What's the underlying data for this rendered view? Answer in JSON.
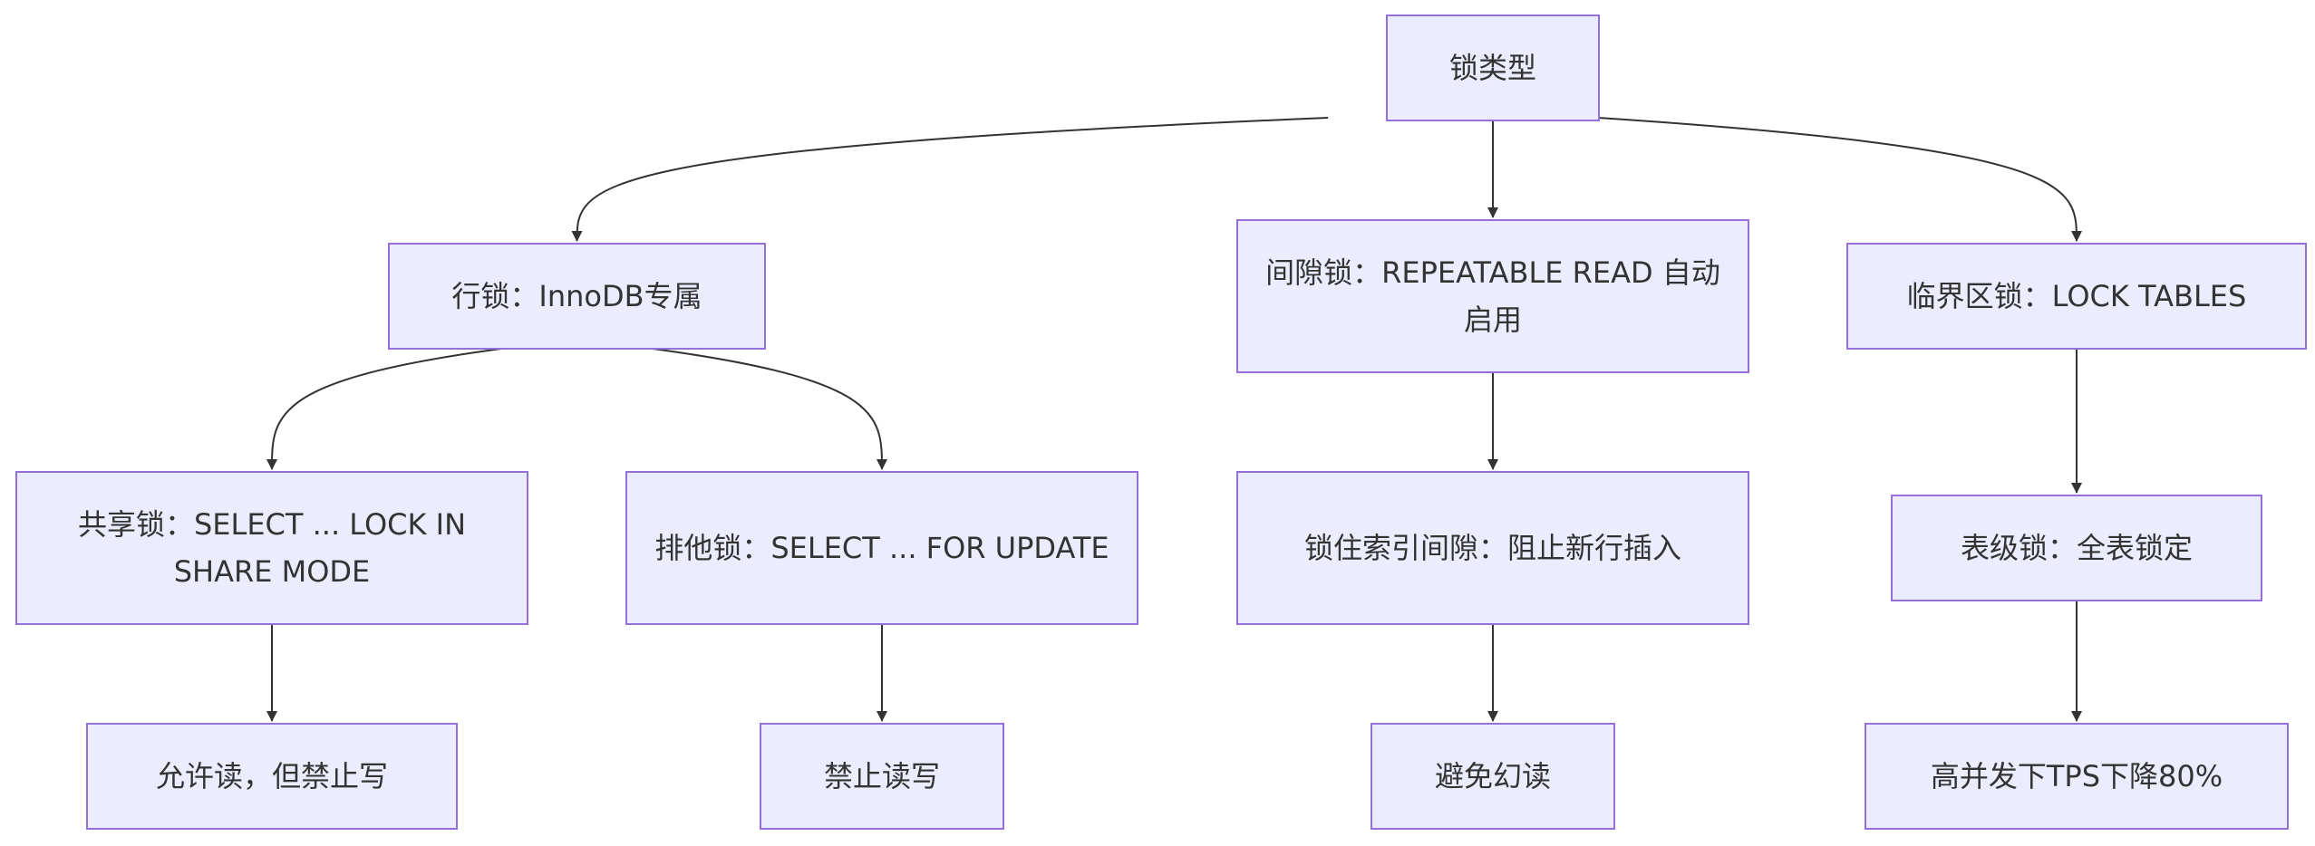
{
  "diagram": {
    "nodes": {
      "root": "锁类型",
      "row_lock": "行锁：InnoDB专属",
      "gap_lock": "间隙锁：REPEATABLE READ 自动启用",
      "critical_lock": "临界区锁：LOCK TABLES",
      "shared_lock": "共享锁：SELECT ... LOCK IN SHARE MODE",
      "exclusive_lock": "排他锁：SELECT ... FOR UPDATE",
      "gap_effect": "锁住索引间隙：阻止新行插入",
      "table_lock": "表级锁：全表锁定",
      "shared_effect": "允许读，但禁止写",
      "exclusive_effect": "禁止读写",
      "gap_result": "避免幻读",
      "table_result": "高并发下TPS下降80%"
    },
    "edges": [
      [
        "root",
        "row_lock"
      ],
      [
        "root",
        "gap_lock"
      ],
      [
        "root",
        "critical_lock"
      ],
      [
        "row_lock",
        "shared_lock"
      ],
      [
        "row_lock",
        "exclusive_lock"
      ],
      [
        "gap_lock",
        "gap_effect"
      ],
      [
        "critical_lock",
        "table_lock"
      ],
      [
        "shared_lock",
        "shared_effect"
      ],
      [
        "exclusive_lock",
        "exclusive_effect"
      ],
      [
        "gap_effect",
        "gap_result"
      ],
      [
        "table_lock",
        "table_result"
      ]
    ]
  }
}
